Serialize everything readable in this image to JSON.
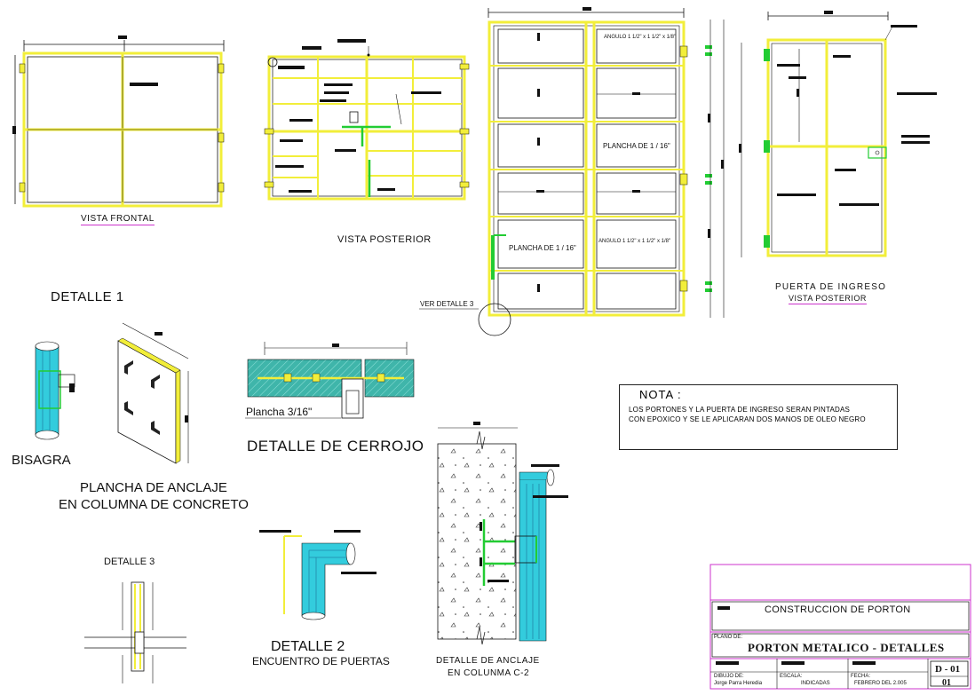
{
  "labels": {
    "vista_frontal": "VISTA FRONTAL",
    "vista_posterior": "VISTA POSTERIOR",
    "detalle_1": "DETALLE  1",
    "bisagra": "BISAGRA",
    "plancha_anclaje_1": "PLANCHA DE ANCLAJE",
    "plancha_anclaje_2": "EN COLUMNA DE CONCRETO",
    "plancha_3_16": "Plancha 3/16\"",
    "detalle_cerrojo": "DETALLE DE CERROJO",
    "detalle_3": "DETALLE  3",
    "detalle_2": "DETALLE  2",
    "encuentro_puertas": "ENCUENTRO DE PUERTAS",
    "detalle_anclaje_1": "DETALLE DE ANCLAJE",
    "detalle_anclaje_2": "EN COLUNMA C-2",
    "ver_detalle_3": "VER DETALLE  3",
    "angulo_top": "ANGULO 1 1/2\" x 1 1/2\" x 1/8\"",
    "angulo_bottom": "ANGULO 1 1/2\" x 1 1/2\" x 1/8\"",
    "plancha_1_16_a": "PLANCHA DE 1 / 16\"",
    "plancha_1_16_b": "PLANCHA DE 1 / 16\"",
    "puerta_ingreso": "PUERTA DE INGRESO",
    "puerta_vista_posterior": "VISTA POSTERIOR"
  },
  "nota": {
    "title": "NOTA :",
    "line1": "LOS PORTONES Y LA PUERTA DE INGRESO SERAN PINTADAS",
    "line2": "CON EPOXICO Y SE LE APLICARAN DOS MANOS DE OLEO NEGRO"
  },
  "title_block": {
    "project": "CONSTRUCCION DE PORTON",
    "plano_label": "PLANO DE:",
    "plano_title": "PORTON METALICO - DETALLES",
    "dibujo_label": "DIBUJO DE:",
    "dibujo_value": "Jorge Parra Heredia",
    "escala_label": "ESCALA:",
    "escala_value": "INDICADAS",
    "fecha_label": "FECHA:",
    "fecha_value": "FEBRERO DEL 2.005",
    "sheet_code": "D - 01",
    "sheet_num": "01"
  },
  "colors": {
    "frame": "#f2ee3a",
    "outline": "#111111",
    "green": "#22cc33",
    "cyan": "#33ccdd",
    "concrete": "#33b3a8",
    "magenta": "#cc33cc"
  }
}
